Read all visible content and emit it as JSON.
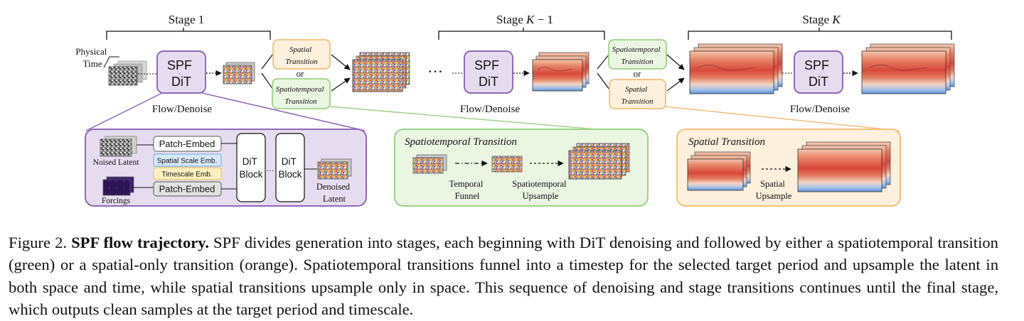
{
  "stages": {
    "first": "Stage 1",
    "middle_prefix": "Stage ",
    "middle_var": "K",
    "middle_suffix": " − 1",
    "last_prefix": "Stage ",
    "last_var": "K"
  },
  "physical_time": [
    "Physical",
    "Time"
  ],
  "spf_dit": [
    "SPF",
    "DiT"
  ],
  "flow_denoise": "Flow/Denoise",
  "ellipsis": "···",
  "transition_choice_1": {
    "top": [
      "Spatial",
      "Transition"
    ],
    "or": "or",
    "bottom": [
      "Spatiotemporal",
      "Transition"
    ]
  },
  "transition_choice_2": {
    "top": [
      "Spatiotemporal",
      "Transition"
    ],
    "or": "or",
    "bottom": [
      "Spatial",
      "Transition"
    ]
  },
  "dit_detail": {
    "noised_latent": "Noised Latent",
    "forcings": "Forcings",
    "patch_embed": "Patch-Embed",
    "spatial_scale_emb": "Spatial Scale Emb.",
    "timescale_emb": "Timescale Emb.",
    "dit_block": [
      "DiT",
      "Block"
    ],
    "dots": "···",
    "denoised_latent": [
      "Denoised",
      "Latent"
    ]
  },
  "st_detail": {
    "title": "Spatiotemporal Transition",
    "temporal_funnel": [
      "Temporal",
      "Funnel"
    ],
    "st_upsample": [
      "Spatiotemporal",
      "Upsample"
    ]
  },
  "sp_detail": {
    "title": "Spatial Transition",
    "spatial_upsample": [
      "Spatial",
      "Upsample"
    ]
  },
  "caption": {
    "figure_label": "Figure 2.",
    "bold_title": "SPF flow trajectory.",
    "body": "SPF divides generation into stages, each beginning with DiT denoising and followed by either a spatiotemporal transition (green) or a spatial-only transition (orange). Spatiotemporal transitions funnel into a timestep for the selected target period and upsample the latent in both space and time, while spatial transitions upsample only in space. This sequence of denoising and stage transitions continues until the final stage, which outputs clean samples at the target period and timescale."
  },
  "colors": {
    "purple_stroke": "#8e6ab8",
    "purple_fill": "#e6dcf0",
    "green_stroke": "#9fd28a",
    "green_fill": "#eaf5e2",
    "orange_stroke": "#f3bf7a",
    "orange_fill": "#fdf0dc",
    "scale_emb_fill": "#d6e8fb",
    "scale_emb_stroke": "#6fa6e0",
    "timescale_fill": "#fcefbf",
    "timescale_stroke": "#e0c15a",
    "patch_fill": "#e2e2e2"
  }
}
